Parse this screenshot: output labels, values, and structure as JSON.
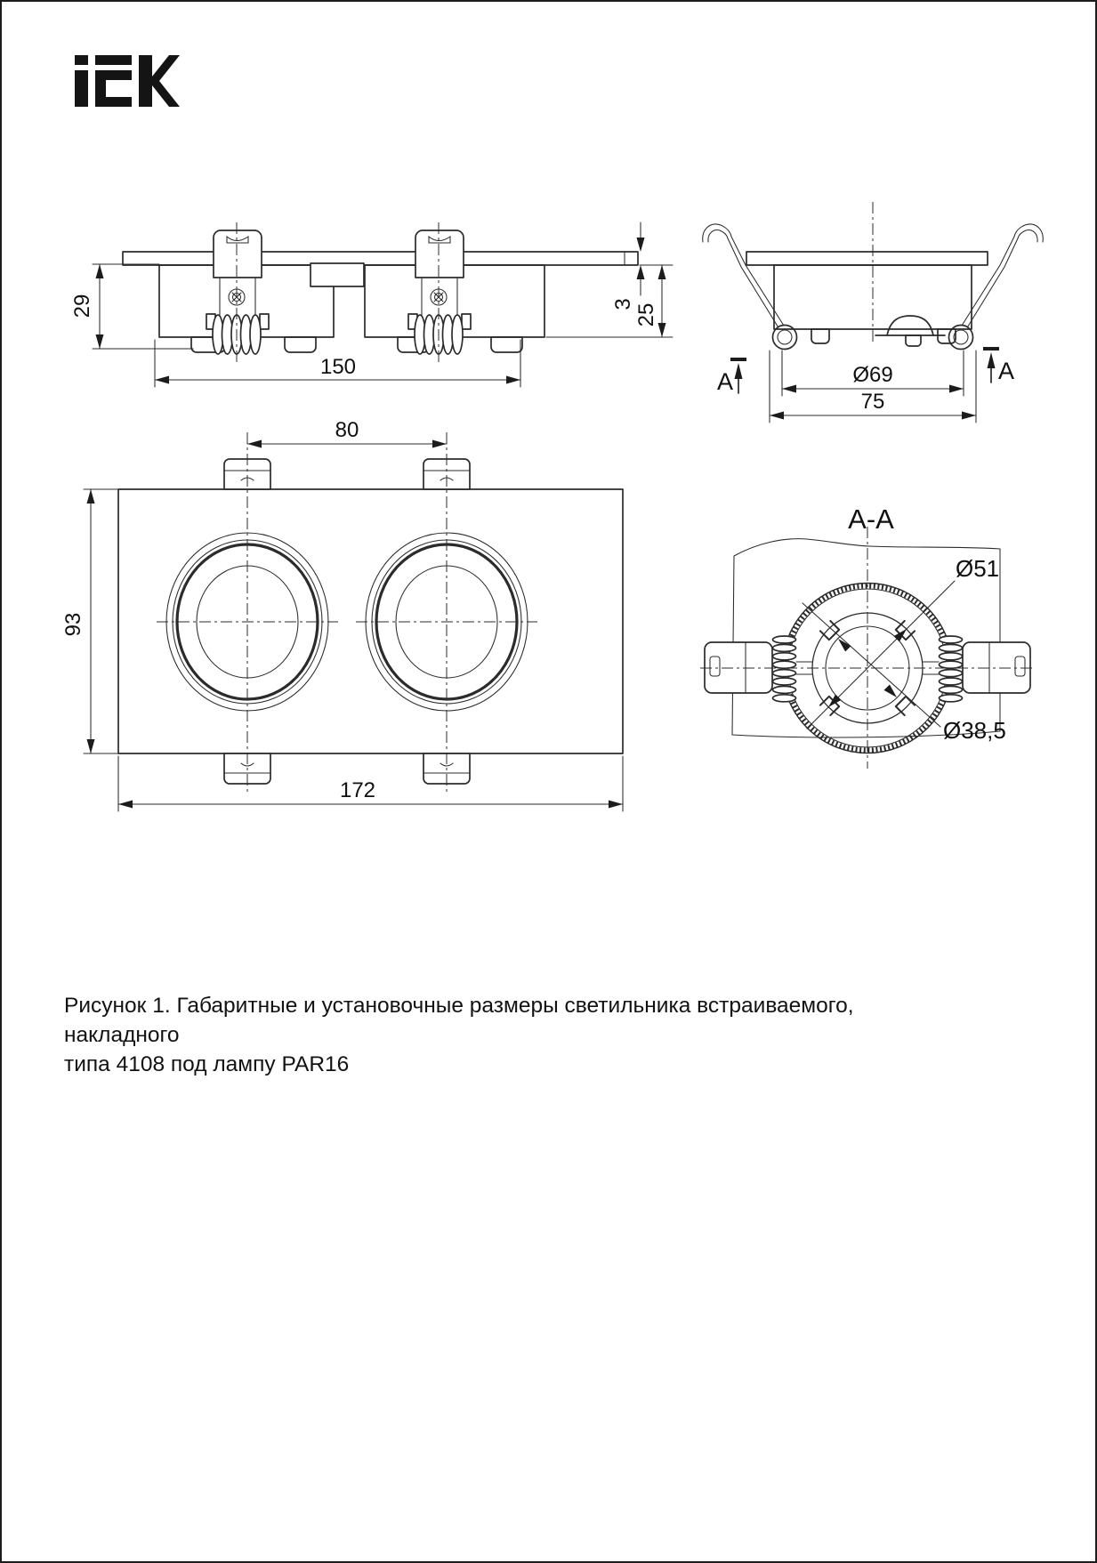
{
  "colors": {
    "background": "#ffffff",
    "line": "#2b2b2b",
    "text": "#101010"
  },
  "logo": {
    "brand": "IEK"
  },
  "views": {
    "front": {
      "name": "front-view",
      "dim_height": "29",
      "dim_mount_length": "150",
      "dim_flange_thickness": "3",
      "dim_depth": "25"
    },
    "side": {
      "name": "side-view",
      "section_marker": "A",
      "dim_hole_diameter": "Ø69",
      "dim_overall_width": "75"
    },
    "top": {
      "name": "top-view",
      "dim_center_spacing": "80",
      "dim_body_width": "93",
      "dim_body_length": "172"
    },
    "section": {
      "name": "section-view",
      "title": "A-A",
      "dim_spring_ring": "Ø51",
      "dim_lamp_opening": "Ø38,5"
    }
  },
  "caption": {
    "line1": "Рисунок 1. Габаритные и установочные размеры светильника встраиваемого, накладного",
    "line2": "типа 4108 под лампу PAR16"
  }
}
